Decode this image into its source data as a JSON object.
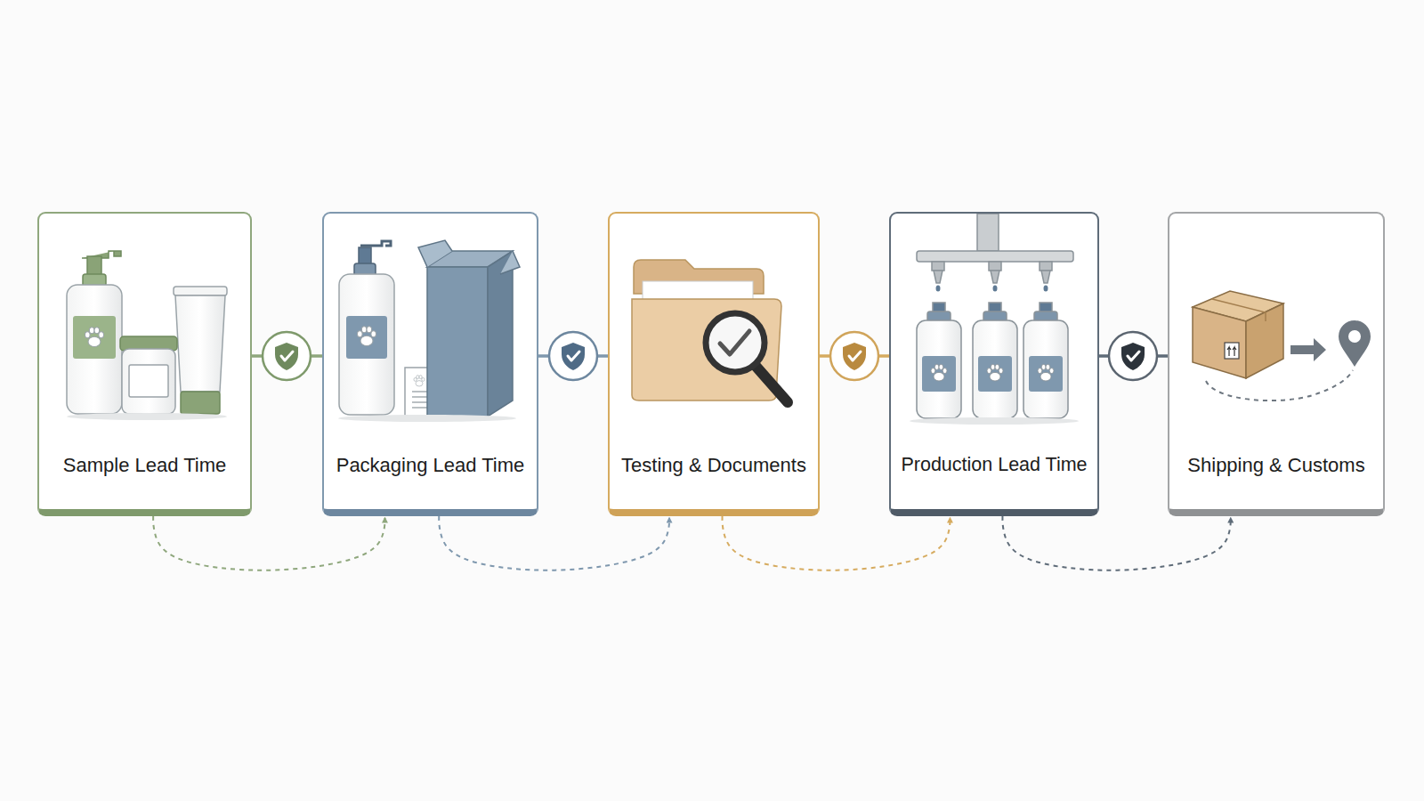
{
  "diagram": {
    "nodes": [
      {
        "text": [
          "Sample Lead Time"
        ]
      },
      {
        "text": [
          "Packaging Lead Time"
        ]
      },
      {
        "text": [
          "Testing & Documents"
        ]
      },
      {
        "text": [
          "Production Lead Time"
        ]
      },
      {
        "text": [
          "Shipping & Customs"
        ]
      }
    ],
    "edges": [
      {
        "from": 0,
        "to": 1,
        "arrow": "none"
      },
      {
        "from": 1,
        "to": 2,
        "arrow": "none"
      },
      {
        "from": 2,
        "to": 3,
        "arrow": "none"
      },
      {
        "from": 3,
        "to": 4,
        "arrow": "none"
      },
      {
        "from": 0,
        "to": 1,
        "arrow": "to"
      },
      {
        "from": 1,
        "to": 2,
        "arrow": "to"
      },
      {
        "from": 2,
        "to": 3,
        "arrow": "to"
      },
      {
        "from": 3,
        "to": 4,
        "arrow": "to"
      }
    ]
  }
}
